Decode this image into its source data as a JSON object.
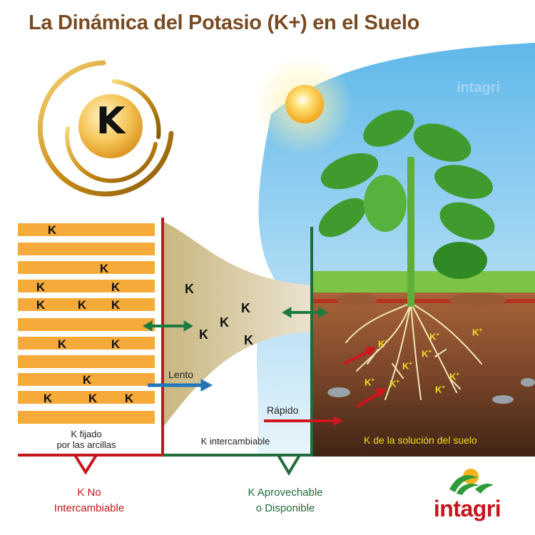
{
  "title": "La Dinámica del Potasio (K+) en el Suelo",
  "colors": {
    "title": "#7a4a22",
    "clay_bar": "#f6aa3a",
    "non_exchangeable_red": "#c4161c",
    "available_green": "#1f6b3a",
    "slow_arrow_blue": "#2474b8",
    "exchange_arrow_green": "#1d7a3f",
    "fast_arrow_red": "#d0161c",
    "soil": "#7b4a2c",
    "sky": "#7cc5ee",
    "k_plus": "#f3dd25"
  },
  "emblem": {
    "symbol": "K"
  },
  "clay_layers": {
    "bars": [
      {
        "k": [
          70
        ]
      },
      {
        "k": []
      },
      {
        "k": [
          145
        ]
      },
      {
        "k": [
          57,
          162
        ]
      },
      {
        "k": [
          57,
          115,
          162
        ]
      },
      {
        "k": []
      },
      {
        "k": [
          87,
          162
        ]
      },
      {
        "k": []
      },
      {
        "k": [
          122
        ]
      },
      {
        "k": [
          67,
          130,
          181
        ]
      },
      {
        "k": []
      }
    ],
    "letter": "K",
    "caption_line1": "K fijado",
    "caption_line2": "por las arcillas"
  },
  "exchangeable": {
    "letters": [
      "K",
      "K",
      "K",
      "K",
      "K"
    ],
    "caption": "K intercambiable"
  },
  "arrows": {
    "slow_label": "Lento",
    "fast_label": "Rápido"
  },
  "soil_solution": {
    "k_plus_ions": [
      "K+",
      "K+",
      "K+",
      "K+",
      "K+",
      "K+",
      "K+",
      "K+",
      "K+"
    ],
    "caption": "K de la solución del suelo"
  },
  "categories": {
    "non_exchangeable_line1": "K No",
    "non_exchangeable_line2": "Intercambiable",
    "available_line1": "K Aprovechable",
    "available_line2": "o Disponible"
  },
  "brand": {
    "logo_text": "intagri",
    "watermark_text": "intagri"
  }
}
